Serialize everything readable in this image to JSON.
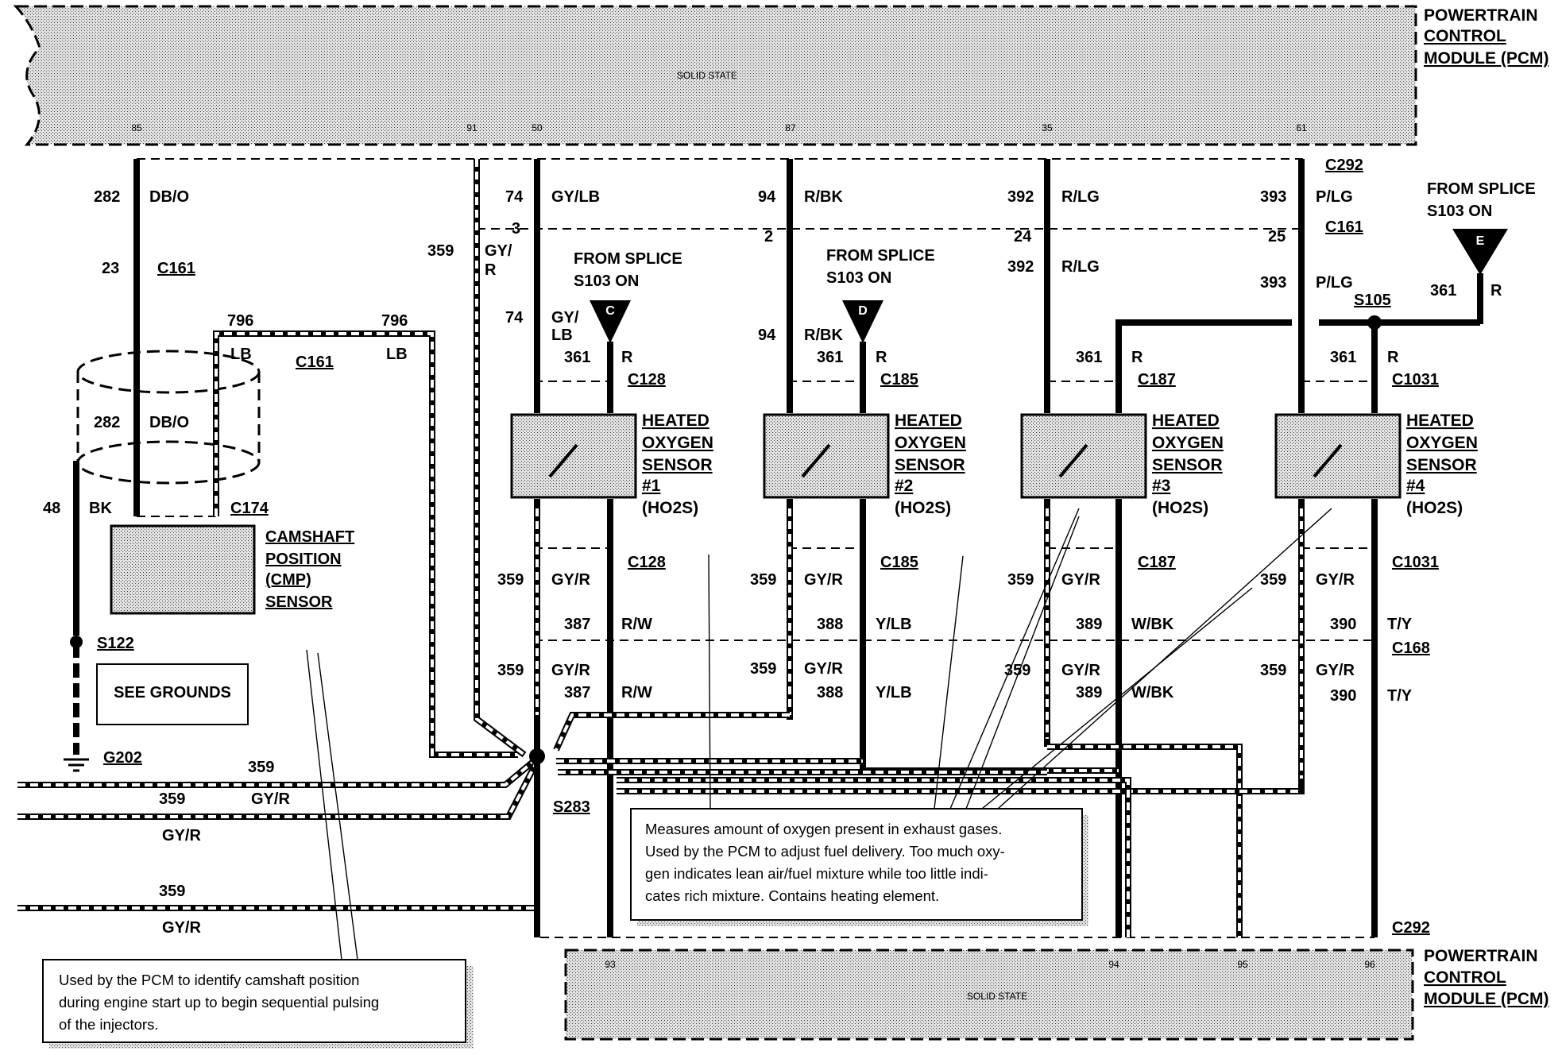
{
  "pcm_top": {
    "label_lines": [
      "POWERTRAIN",
      "CONTROL",
      "MODULE (PCM)"
    ],
    "center": "SOLID STATE",
    "pins": [
      "85",
      "91",
      "50",
      "87",
      "35",
      "61"
    ]
  },
  "pcm_bottom": {
    "label_lines": [
      "POWERTRAIN",
      "CONTROL",
      "MODULE (PCM)"
    ],
    "center": "SOLID STATE",
    "pins": [
      "93",
      "94",
      "95",
      "96"
    ]
  },
  "connectors": {
    "c292_top": "C292",
    "c161_right": "C161",
    "c161_left": "C161",
    "c161_cmp": "C161",
    "c174": "C174",
    "c168": "C168",
    "c292_bottom": "C292",
    "c128_top": "C128",
    "c128_bottom": "C128",
    "c185_top": "C185",
    "c185_bottom": "C185",
    "c187_top": "C187",
    "c187_bottom": "C187",
    "c1031_top": "C1031",
    "c1031_bottom": "C1031",
    "c161_pins": [
      "3",
      "2",
      "24",
      "25"
    ],
    "c161_left_pin": "23"
  },
  "splices": {
    "from_splice_c": [
      "FROM SPLICE",
      "S103 ON"
    ],
    "from_splice_d": [
      "FROM SPLICE",
      "S103 ON"
    ],
    "from_splice_e": [
      "FROM SPLICE",
      "S103 ON"
    ],
    "letters": [
      "C",
      "D",
      "E"
    ],
    "s105": "S105",
    "s122": "S122",
    "s283": "S283",
    "g202": "G202"
  },
  "cmp": {
    "wire_282": "282",
    "color_dbo": "DB/O",
    "wire_796": "796",
    "color_lb": "LB",
    "wire_48": "48",
    "color_bk": "BK",
    "sensor_lines": [
      "CAMSHAFT",
      "POSITION",
      "(CMP)",
      "SENSOR"
    ],
    "see_grounds": "SEE GROUNDS"
  },
  "sensors": [
    {
      "lines": [
        "HEATED",
        "OXYGEN",
        "SENSOR",
        "#1",
        "(HO2S)"
      ],
      "sig_num": "74",
      "sig_color": "GY/LB",
      "sig_color_lower": [
        "GY/",
        "LB"
      ],
      "ret_color": "GY/R",
      "ht_num": "387",
      "ht_color": "R/W"
    },
    {
      "lines": [
        "HEATED",
        "OXYGEN",
        "SENSOR",
        "#2",
        "(HO2S)"
      ],
      "sig_num": "94",
      "sig_color": "R/BK",
      "sig_color_lower": [
        "R/BK"
      ],
      "ret_color": "GY/R",
      "ht_num": "388",
      "ht_color": "Y/LB"
    },
    {
      "lines": [
        "HEATED",
        "OXYGEN",
        "SENSOR",
        "#3",
        "(HO2S)"
      ],
      "sig_num": "392",
      "sig_color": "R/LG",
      "sig_color_lower": [
        "R/LG"
      ],
      "ret_color": "GY/R",
      "ht_num": "389",
      "ht_color": "W/BK"
    },
    {
      "lines": [
        "HEATED",
        "OXYGEN",
        "SENSOR",
        "#4",
        "(HO2S)"
      ],
      "sig_num": "393",
      "sig_color": "P/LG",
      "sig_color_lower": [
        "P/LG"
      ],
      "ret_color": "GY/R",
      "ht_num": "390",
      "ht_color": "T/Y"
    }
  ],
  "common": {
    "wire_359": "359",
    "wire_361": "361",
    "color_r": "R",
    "color_gyr": "GY/R",
    "gy_slash": "GY/",
    "r_only": "R"
  },
  "notes": {
    "ho2s": [
      "Measures amount of oxygen present in exhaust gases.",
      "Used by the PCM to adjust fuel delivery.  Too much oxy-",
      "gen indicates lean air/fuel mixture while too little indi-",
      "cates rich mixture.  Contains heating element."
    ],
    "cmp": [
      "Used by the PCM to identify camshaft position",
      "during engine start up to begin sequential pulsing",
      "of the injectors."
    ]
  }
}
